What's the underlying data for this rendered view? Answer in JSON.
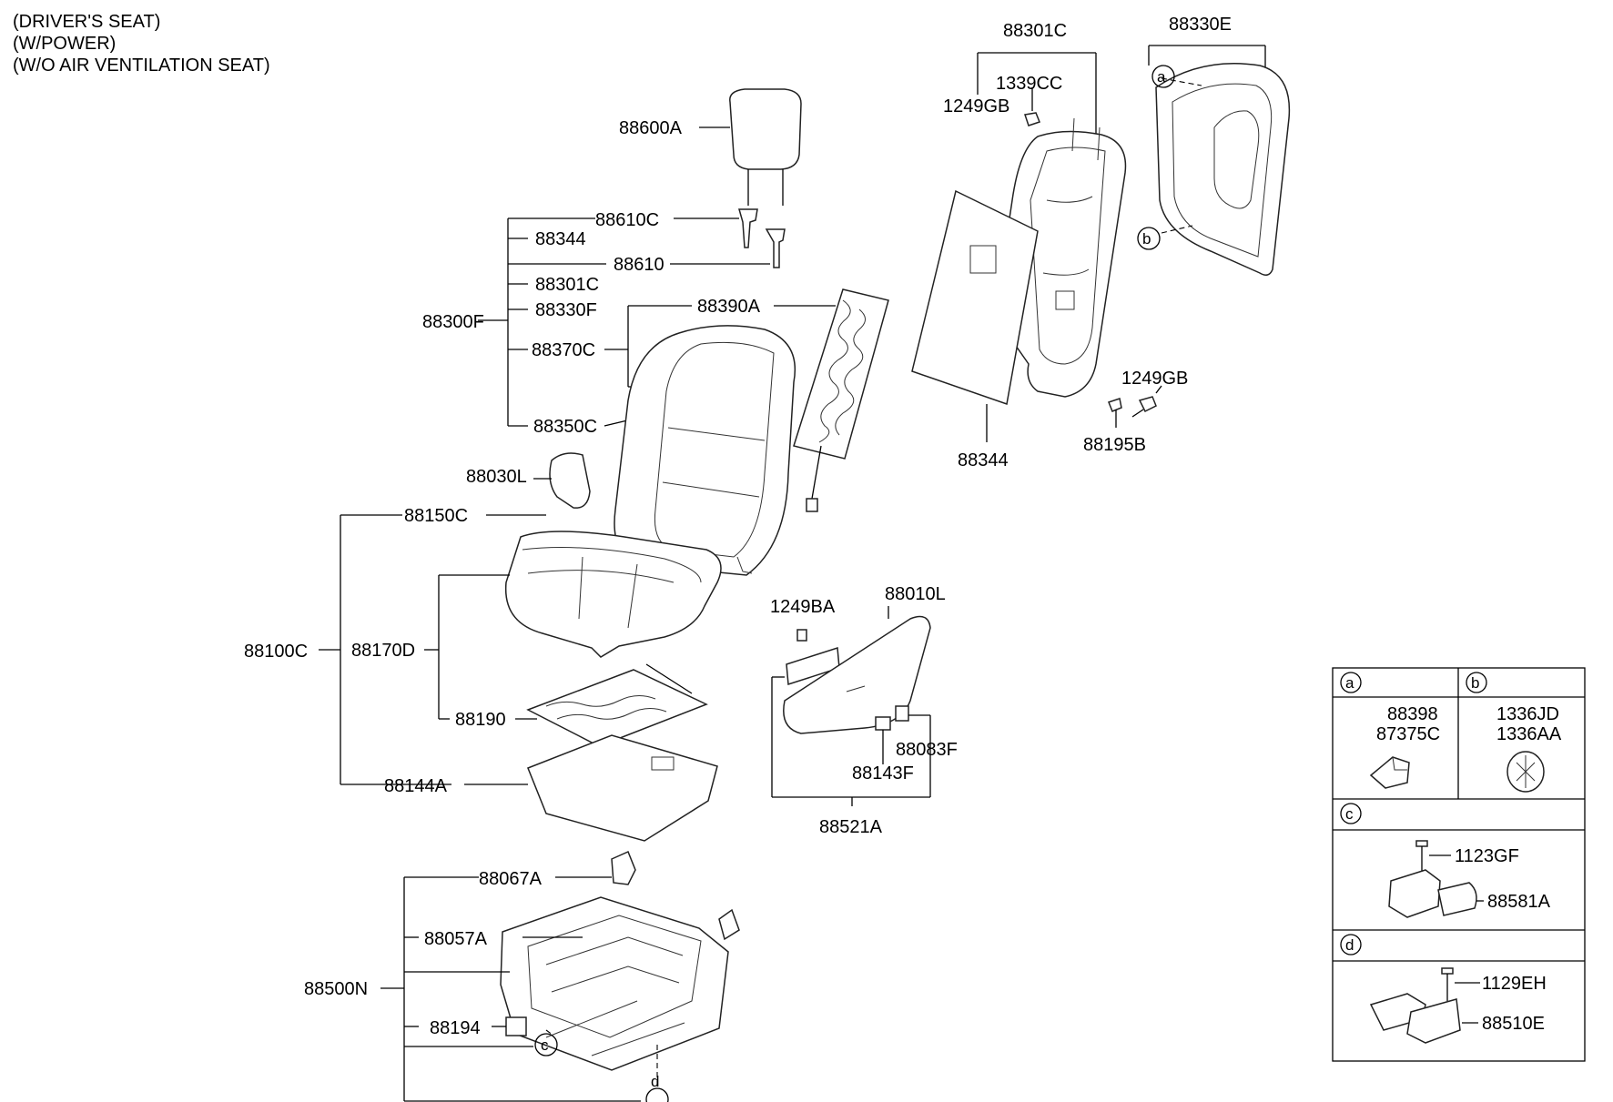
{
  "header": {
    "line1": "(DRIVER'S SEAT)",
    "line2": "(W/POWER)",
    "line3": "(W/O AIR VENTILATION SEAT)"
  },
  "parts": {
    "p88600A": "88600A",
    "p88610C": "88610C",
    "p88344_top": "88344",
    "p88610": "88610",
    "p88301C_list": "88301C",
    "p88330F": "88330F",
    "p88300F": "88300F",
    "p88390A": "88390A",
    "p88370C": "88370C",
    "p88350C": "88350C",
    "p88030L": "88030L",
    "p88150C": "88150C",
    "p88170D": "88170D",
    "p88100C": "88100C",
    "p88190": "88190",
    "p88144A": "88144A",
    "p88067A": "88067A",
    "p88057A": "88057A",
    "p88500N": "88500N",
    "p88194": "88194",
    "p88301C_top": "88301C",
    "p1339CC": "1339CC",
    "p1249GB_top": "1249GB",
    "p88330E": "88330E",
    "p1249GB_right": "1249GB",
    "p88195B": "88195B",
    "p88344_bottom": "88344",
    "p1249BA": "1249BA",
    "p88010L": "88010L",
    "p88083F": "88083F",
    "p88143F": "88143F",
    "p88521A": "88521A"
  },
  "callouts": {
    "a": "a",
    "b": "b",
    "c": "c",
    "d": "d"
  },
  "legend": {
    "a_key": "a",
    "b_key": "b",
    "c_key": "c",
    "d_key": "d",
    "a_part1": "88398",
    "a_part2": "87375C",
    "b_part1": "1336JD",
    "b_part2": "1336AA",
    "c_part1": "1123GF",
    "c_part2": "88581A",
    "d_part1": "1129EH",
    "d_part2": "88510E"
  }
}
